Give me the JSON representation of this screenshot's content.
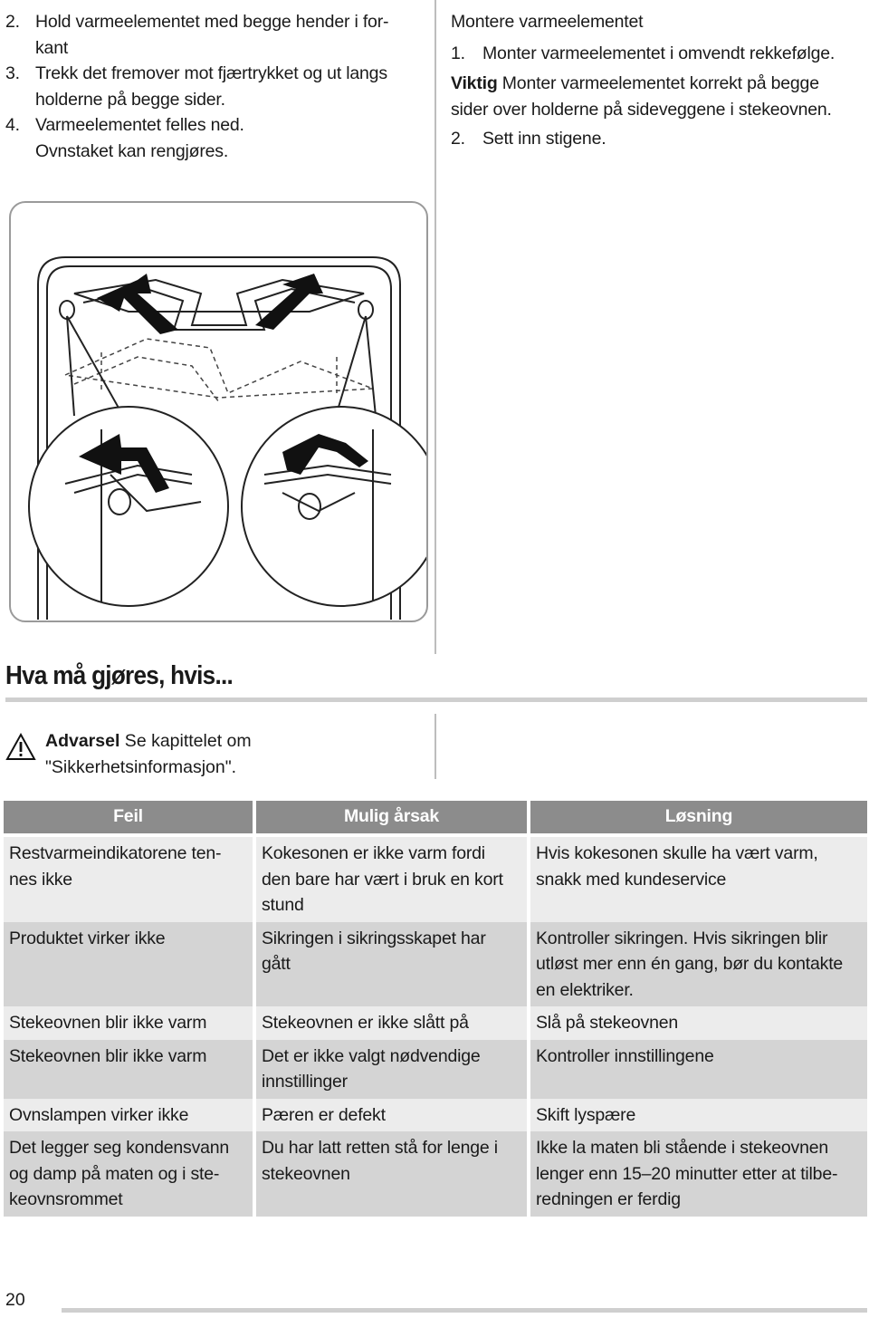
{
  "left_steps": [
    {
      "num": "2.",
      "lines": [
        "Hold varmeelementet med begge hender i for-",
        "kant"
      ]
    },
    {
      "num": "3.",
      "lines": [
        "Trekk det fremover mot fjærtrykket og ut langs",
        "holderne på begge sider."
      ]
    },
    {
      "num": "4.",
      "lines": [
        "Varmeelementet felles ned.",
        "Ovnstaket kan rengjøres."
      ]
    }
  ],
  "right": {
    "heading": "Montere varmeelementet",
    "step1_num": "1.",
    "step1_text": "Monter varmeelementet i omvendt rekkefølge.",
    "note_label": "Viktig",
    "note_line1": " Monter varmeelementet korrekt på begge",
    "note_line2": "sider over holderne på sideveggene i stekeovnen.",
    "step2_num": "2.",
    "step2_text": "Sett inn stigene."
  },
  "section_title": "Hva må gjøres, hvis...",
  "warning": {
    "label": "Advarsel",
    "text_line1": " Se kapittelet om",
    "text_line2": "\"Sikkerhetsinformasjon\"."
  },
  "table": {
    "headers": [
      "Feil",
      "Mulig årsak",
      "Løsning"
    ],
    "rows": [
      {
        "shade": "light",
        "cells": [
          [
            "Restvarmeindikatorene ten-",
            "nes ikke"
          ],
          [
            "Kokesonen er ikke varm fordi",
            "den bare har vært i bruk en kort",
            "stund"
          ],
          [
            "Hvis kokesonen skulle ha vært varm,",
            "snakk med kundeservice"
          ]
        ]
      },
      {
        "shade": "dark",
        "cells": [
          [
            "Produktet virker ikke"
          ],
          [
            "Sikringen i sikringsskapet har",
            "gått"
          ],
          [
            "Kontroller sikringen. Hvis sikringen blir",
            "utløst mer enn én gang, bør du kontakte",
            "en elektriker."
          ]
        ]
      },
      {
        "shade": "light",
        "cells": [
          [
            "Stekeovnen blir ikke varm"
          ],
          [
            "Stekeovnen er ikke slått på"
          ],
          [
            "Slå på stekeovnen"
          ]
        ]
      },
      {
        "shade": "dark",
        "cells": [
          [
            "Stekeovnen blir ikke varm"
          ],
          [
            "Det er ikke valgt nødvendige",
            "innstillinger"
          ],
          [
            "Kontroller innstillingene"
          ]
        ]
      },
      {
        "shade": "light",
        "cells": [
          [
            "Ovnslampen virker ikke"
          ],
          [
            "Pæren er defekt"
          ],
          [
            "Skift lyspære"
          ]
        ]
      },
      {
        "shade": "dark",
        "cells": [
          [
            "Det legger seg kondensvann",
            "og damp på maten og i ste-",
            "keovnsrommet"
          ],
          [
            "Du har latt retten stå for lenge i",
            "stekeovnen"
          ],
          [
            "Ikke la maten bli stående i stekeovnen",
            "lenger enn 15–20 minutter etter at tilbe-",
            "redningen er ferdig"
          ]
        ]
      }
    ]
  },
  "page_number": "20"
}
